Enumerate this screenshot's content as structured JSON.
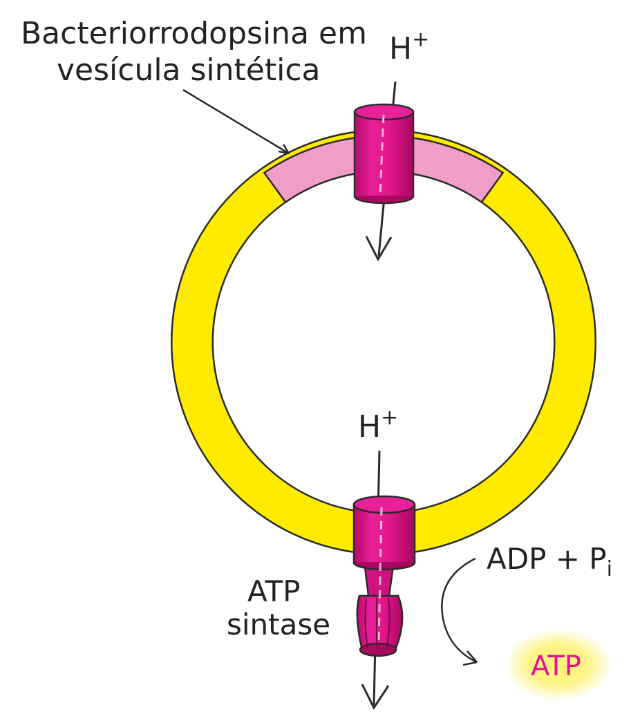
{
  "labels": {
    "vesicle_line1": "Bacteriorrodopsina em",
    "vesicle_line2": "vesícula sintética",
    "top_proton": "H",
    "bottom_proton": "H",
    "proton_charge": "+",
    "atp_synthase_line1": "ATP",
    "atp_synthase_line2": "sintase",
    "substrates_main": "ADP + P",
    "substrates_sub": "i",
    "product": "ATP"
  },
  "colors": {
    "membrane": "#FFEB00",
    "bacteriorhodopsin_patch": "#F09DC8",
    "protein": "#E0158A",
    "protein_dark": "#A8095F",
    "atp_text": "#E0158A",
    "atp_glow": "#FFF27A",
    "stroke": "#2a2a2a"
  }
}
